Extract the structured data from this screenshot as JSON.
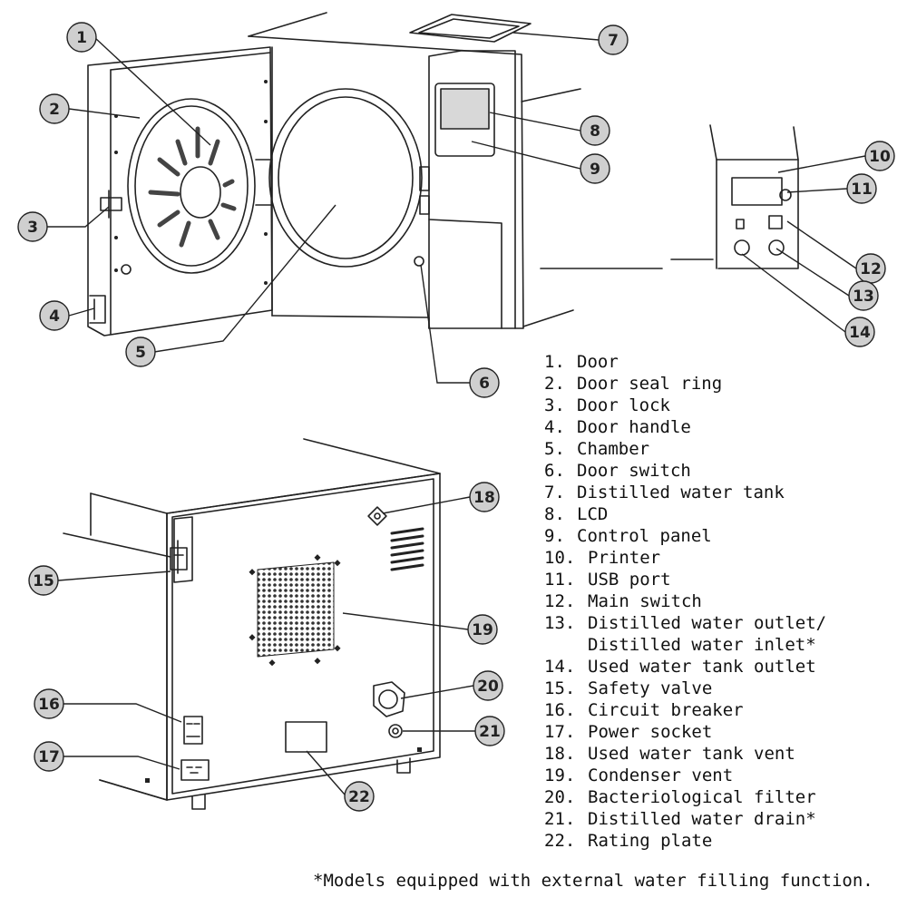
{
  "legend": [
    {
      "num": "1.",
      "label": "Door"
    },
    {
      "num": "2.",
      "label": "Door seal ring"
    },
    {
      "num": "3.",
      "label": "Door lock"
    },
    {
      "num": "4.",
      "label": "Door handle"
    },
    {
      "num": "5.",
      "label": "Chamber"
    },
    {
      "num": "6.",
      "label": "Door switch"
    },
    {
      "num": "7.",
      "label": "Distilled water tank"
    },
    {
      "num": "8.",
      "label": "LCD"
    },
    {
      "num": "9.",
      "label": "Control panel"
    },
    {
      "num": "10.",
      "label": "Printer"
    },
    {
      "num": "11.",
      "label": "USB port"
    },
    {
      "num": "12.",
      "label": "Main switch"
    },
    {
      "num": "13.",
      "label": "Distilled water outlet/",
      "cont": "Distilled water inlet*"
    },
    {
      "num": "14.",
      "label": "Used water tank outlet"
    },
    {
      "num": "15.",
      "label": "Safety valve"
    },
    {
      "num": "16.",
      "label": "Circuit breaker"
    },
    {
      "num": "17.",
      "label": "Power socket"
    },
    {
      "num": "18.",
      "label": "Used water tank vent"
    },
    {
      "num": "19.",
      "label": "Condenser vent"
    },
    {
      "num": "20.",
      "label": "Bacteriological filter"
    },
    {
      "num": "21.",
      "label": "Distilled water drain*"
    },
    {
      "num": "22.",
      "label": "Rating plate"
    }
  ],
  "callouts": [
    "1",
    "2",
    "3",
    "4",
    "5",
    "6",
    "7",
    "8",
    "9",
    "10",
    "11",
    "12",
    "13",
    "14",
    "15",
    "16",
    "17",
    "18",
    "19",
    "20",
    "21",
    "22"
  ],
  "footnote": "*Models equipped with external water filling function.",
  "colors": {
    "callout_fill": "#cfcfcf",
    "line": "#222222"
  }
}
